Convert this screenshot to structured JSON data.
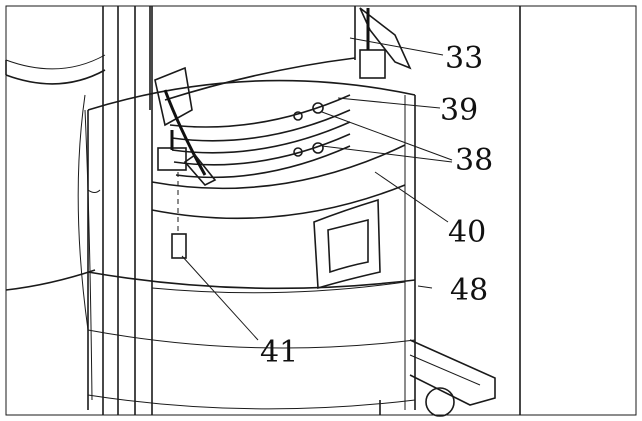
{
  "labels": {
    "l33": "33",
    "l39": "39",
    "l38": "38",
    "l40": "40",
    "l48": "48",
    "l41": "41"
  },
  "colors": {
    "line": "#1a1a1a",
    "background": "#ffffff"
  }
}
